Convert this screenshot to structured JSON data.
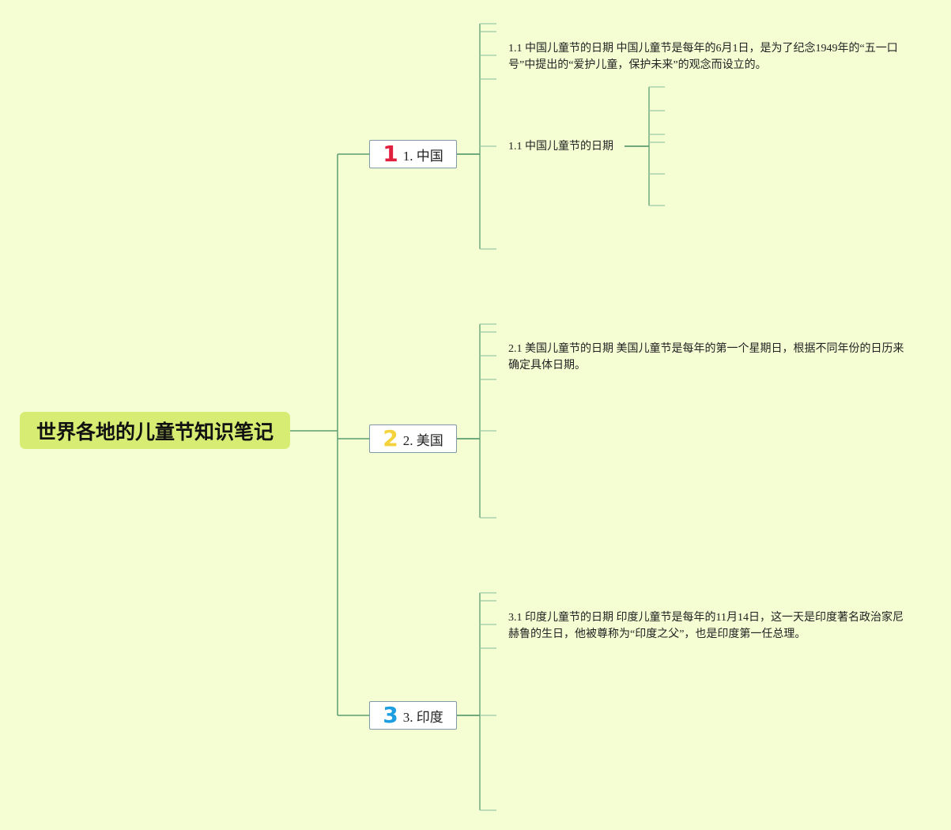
{
  "root": {
    "title": "世界各地的儿童节知识笔记"
  },
  "branches": [
    {
      "number": "1",
      "label": "1. 中国",
      "color": "#e1203e",
      "note": "1.1 中国儿童节的日期 中国儿童节是每年的6月1日，是为了纪念1949年的“五一口号”中提出的“爱护儿童，保护未来”的观念而设立的。",
      "sublabel": "1.1 中国儿童节的日期"
    },
    {
      "number": "2",
      "label": "2. 美国",
      "color": "#f4d23c",
      "note": "2.1 美国儿童节的日期 美国儿童节是每年的第一个星期日，根据不同年份的日历来确定具体日期。"
    },
    {
      "number": "3",
      "label": "3. 印度",
      "color": "#1d9ee0",
      "note": "3.1 印度儿童节的日期 印度儿童节是每年的11月14日，这一天是印度著名政治家尼赫鲁的生日，他被尊称为“印度之父”，也是印度第一任总理。"
    }
  ],
  "colors": {
    "background": "#f5fdd3",
    "root_fill": "#d6ec73",
    "line_main": "#5a9e6f",
    "line_light": "#9cc9a8"
  }
}
